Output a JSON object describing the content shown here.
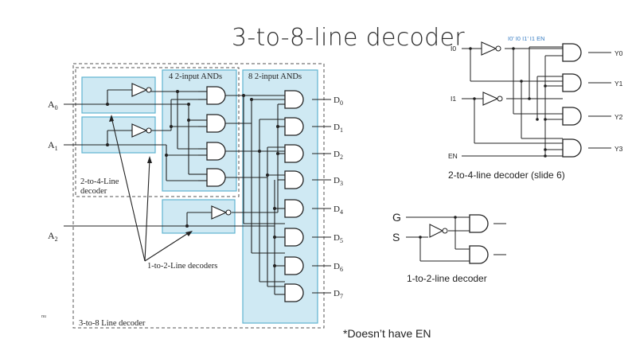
{
  "title": "3-to-8-line decoder",
  "main_diagram": {
    "inputs": [
      "A0",
      "A1",
      "A2"
    ],
    "outputs": [
      "D0",
      "D1",
      "D2",
      "D3",
      "D4",
      "D5",
      "D6",
      "D7"
    ],
    "header_4and": "4 2-input ANDs",
    "header_8and": "8 2-input ANDs",
    "label_2to4_line1": "2-to-4-Line",
    "label_2to4_line2": "decoder",
    "label_1to2": "1-to-2-Line decoders",
    "label_3to8": "3-to-8 Line decoder",
    "side_mark": "nu"
  },
  "diagram_2to4": {
    "inputs": [
      "I0",
      "I1",
      "EN"
    ],
    "outputs": [
      "Y0",
      "Y1",
      "Y2",
      "Y3"
    ],
    "header": "I0’  I0  I1’  I1  EN",
    "caption": "2-to-4-line decoder (slide 6)"
  },
  "diagram_1to2": {
    "inputs": [
      "G",
      "S"
    ],
    "caption": "1-to-2-line decoder"
  },
  "note": "*Doesn’t have EN",
  "colors": {
    "box_fill": "#cfe9f3",
    "box_stroke": "#5fb3d0",
    "header_blue": "#3b7fc4",
    "line": "#222222"
  }
}
